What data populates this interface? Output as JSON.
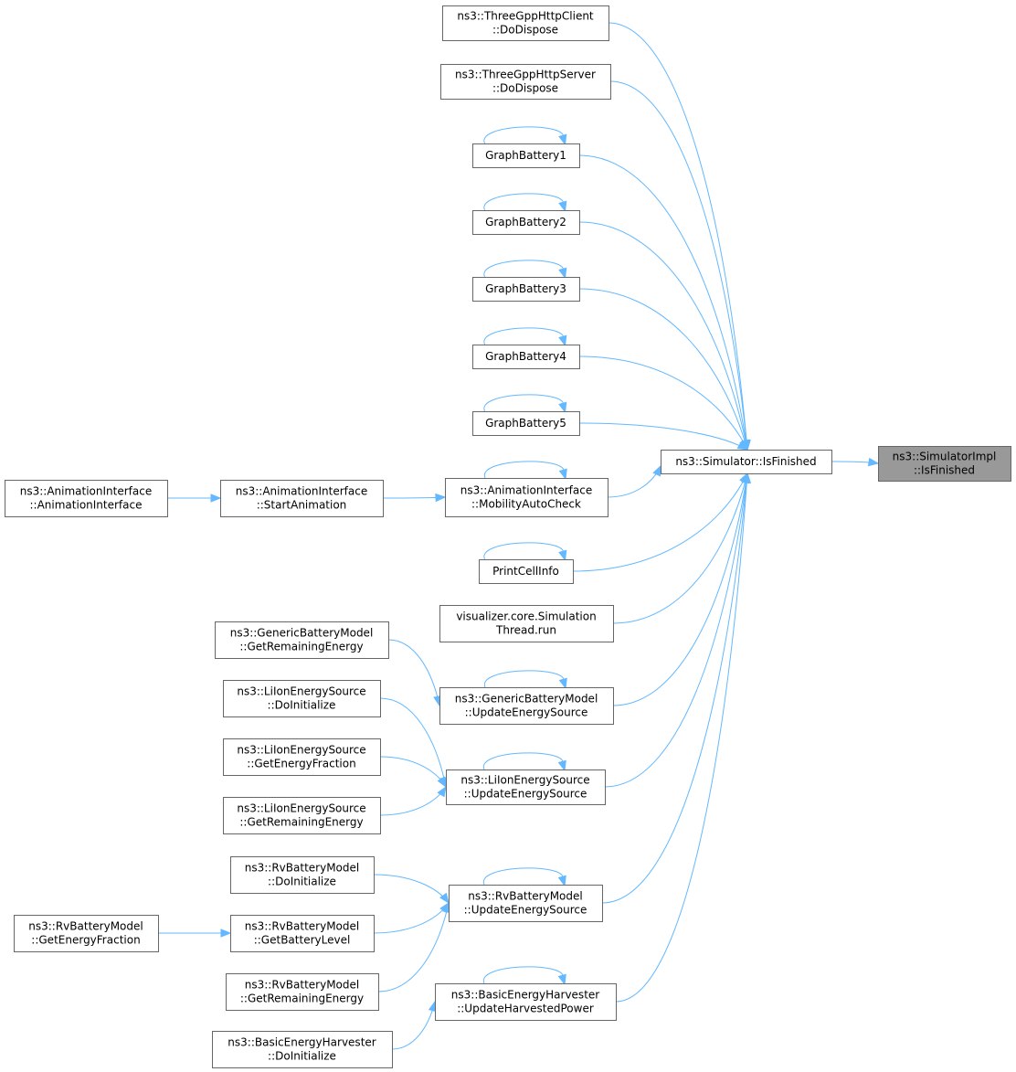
{
  "diagram": {
    "colors": {
      "edge": "#63b8ff",
      "node_border": "#666666",
      "root_fill": "#999999",
      "node_fill": "#ffffff"
    },
    "nodes": [
      {
        "id": "root",
        "lines": [
          "ns3::SimulatorImpl",
          "::IsFinished"
        ]
      },
      {
        "id": "simfin",
        "lines": [
          "ns3::Simulator::IsFinished"
        ]
      },
      {
        "id": "httpclient",
        "lines": [
          "ns3::ThreeGppHttpClient",
          "::DoDispose"
        ]
      },
      {
        "id": "httpserver",
        "lines": [
          "ns3::ThreeGppHttpServer",
          "::DoDispose"
        ]
      },
      {
        "id": "gb1",
        "lines": [
          "GraphBattery1"
        ]
      },
      {
        "id": "gb2",
        "lines": [
          "GraphBattery2"
        ]
      },
      {
        "id": "gb3",
        "lines": [
          "GraphBattery3"
        ]
      },
      {
        "id": "gb4",
        "lines": [
          "GraphBattery4"
        ]
      },
      {
        "id": "gb5",
        "lines": [
          "GraphBattery5"
        ]
      },
      {
        "id": "mobility",
        "lines": [
          "ns3::AnimationInterface",
          "::MobilityAutoCheck"
        ]
      },
      {
        "id": "startanim",
        "lines": [
          "ns3::AnimationInterface",
          "::StartAnimation"
        ]
      },
      {
        "id": "animctor",
        "lines": [
          "ns3::AnimationInterface",
          "::AnimationInterface"
        ]
      },
      {
        "id": "printcell",
        "lines": [
          "PrintCellInfo"
        ]
      },
      {
        "id": "visualizer",
        "lines": [
          "visualizer.core.Simulation",
          "Thread.run"
        ]
      },
      {
        "id": "gbm_update",
        "lines": [
          "ns3::GenericBatteryModel",
          "::UpdateEnergySource"
        ]
      },
      {
        "id": "gbm_rem",
        "lines": [
          "ns3::GenericBatteryModel",
          "::GetRemainingEnergy"
        ]
      },
      {
        "id": "li_update",
        "lines": [
          "ns3::LiIonEnergySource",
          "::UpdateEnergySource"
        ]
      },
      {
        "id": "li_init",
        "lines": [
          "ns3::LiIonEnergySource",
          "::DoInitialize"
        ]
      },
      {
        "id": "li_frac",
        "lines": [
          "ns3::LiIonEnergySource",
          "::GetEnergyFraction"
        ]
      },
      {
        "id": "li_rem",
        "lines": [
          "ns3::LiIonEnergySource",
          "::GetRemainingEnergy"
        ]
      },
      {
        "id": "rv_update",
        "lines": [
          "ns3::RvBatteryModel",
          "::UpdateEnergySource"
        ]
      },
      {
        "id": "rv_init",
        "lines": [
          "ns3::RvBatteryModel",
          "::DoInitialize"
        ]
      },
      {
        "id": "rv_level",
        "lines": [
          "ns3::RvBatteryModel",
          "::GetBatteryLevel"
        ]
      },
      {
        "id": "rv_frac",
        "lines": [
          "ns3::RvBatteryModel",
          "::GetEnergyFraction"
        ]
      },
      {
        "id": "rv_rem",
        "lines": [
          "ns3::RvBatteryModel",
          "::GetRemainingEnergy"
        ]
      },
      {
        "id": "beh_update",
        "lines": [
          "ns3::BasicEnergyHarvester",
          "::UpdateHarvestedPower"
        ]
      },
      {
        "id": "beh_init",
        "lines": [
          "ns3::BasicEnergyHarvester",
          "::DoInitialize"
        ]
      }
    ],
    "edges": [
      {
        "from": "simfin",
        "to": "root"
      },
      {
        "from": "httpclient",
        "to": "simfin"
      },
      {
        "from": "httpserver",
        "to": "simfin"
      },
      {
        "from": "gb1",
        "to": "simfin"
      },
      {
        "from": "gb2",
        "to": "simfin"
      },
      {
        "from": "gb3",
        "to": "simfin"
      },
      {
        "from": "gb4",
        "to": "simfin"
      },
      {
        "from": "gb5",
        "to": "simfin"
      },
      {
        "from": "mobility",
        "to": "simfin"
      },
      {
        "from": "printcell",
        "to": "simfin"
      },
      {
        "from": "visualizer",
        "to": "simfin"
      },
      {
        "from": "gbm_update",
        "to": "simfin"
      },
      {
        "from": "li_update",
        "to": "simfin"
      },
      {
        "from": "rv_update",
        "to": "simfin"
      },
      {
        "from": "beh_update",
        "to": "simfin"
      },
      {
        "from": "gb1",
        "to": "gb1"
      },
      {
        "from": "gb2",
        "to": "gb2"
      },
      {
        "from": "gb3",
        "to": "gb3"
      },
      {
        "from": "gb4",
        "to": "gb4"
      },
      {
        "from": "gb5",
        "to": "gb5"
      },
      {
        "from": "mobility",
        "to": "mobility"
      },
      {
        "from": "printcell",
        "to": "printcell"
      },
      {
        "from": "gbm_update",
        "to": "gbm_update"
      },
      {
        "from": "li_update",
        "to": "li_update"
      },
      {
        "from": "rv_update",
        "to": "rv_update"
      },
      {
        "from": "beh_update",
        "to": "beh_update"
      },
      {
        "from": "startanim",
        "to": "mobility"
      },
      {
        "from": "animctor",
        "to": "startanim"
      },
      {
        "from": "gbm_rem",
        "to": "gbm_update"
      },
      {
        "from": "li_init",
        "to": "li_update"
      },
      {
        "from": "li_frac",
        "to": "li_update"
      },
      {
        "from": "li_rem",
        "to": "li_update"
      },
      {
        "from": "rv_init",
        "to": "rv_update"
      },
      {
        "from": "rv_level",
        "to": "rv_update"
      },
      {
        "from": "rv_rem",
        "to": "rv_update"
      },
      {
        "from": "rv_frac",
        "to": "rv_level"
      },
      {
        "from": "beh_init",
        "to": "beh_update"
      }
    ]
  }
}
